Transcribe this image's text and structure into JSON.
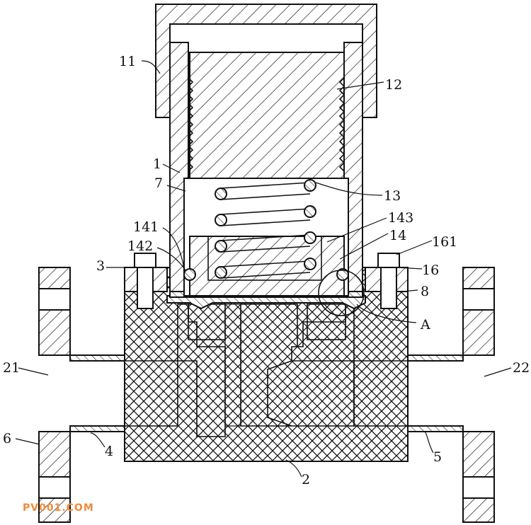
{
  "labels": {
    "l1": "1",
    "l2": "2",
    "l3": "3",
    "l4": "4",
    "l5": "5",
    "l6": "6",
    "l7": "7",
    "l8": "8",
    "l11": "11",
    "l12": "12",
    "l13": "13",
    "l14": "14",
    "l16": "16",
    "l21": "21",
    "l22": "22",
    "l141": "141",
    "l142": "142",
    "l143": "143",
    "l161": "161",
    "lA": "A"
  },
  "watermark": "PV001.COM"
}
